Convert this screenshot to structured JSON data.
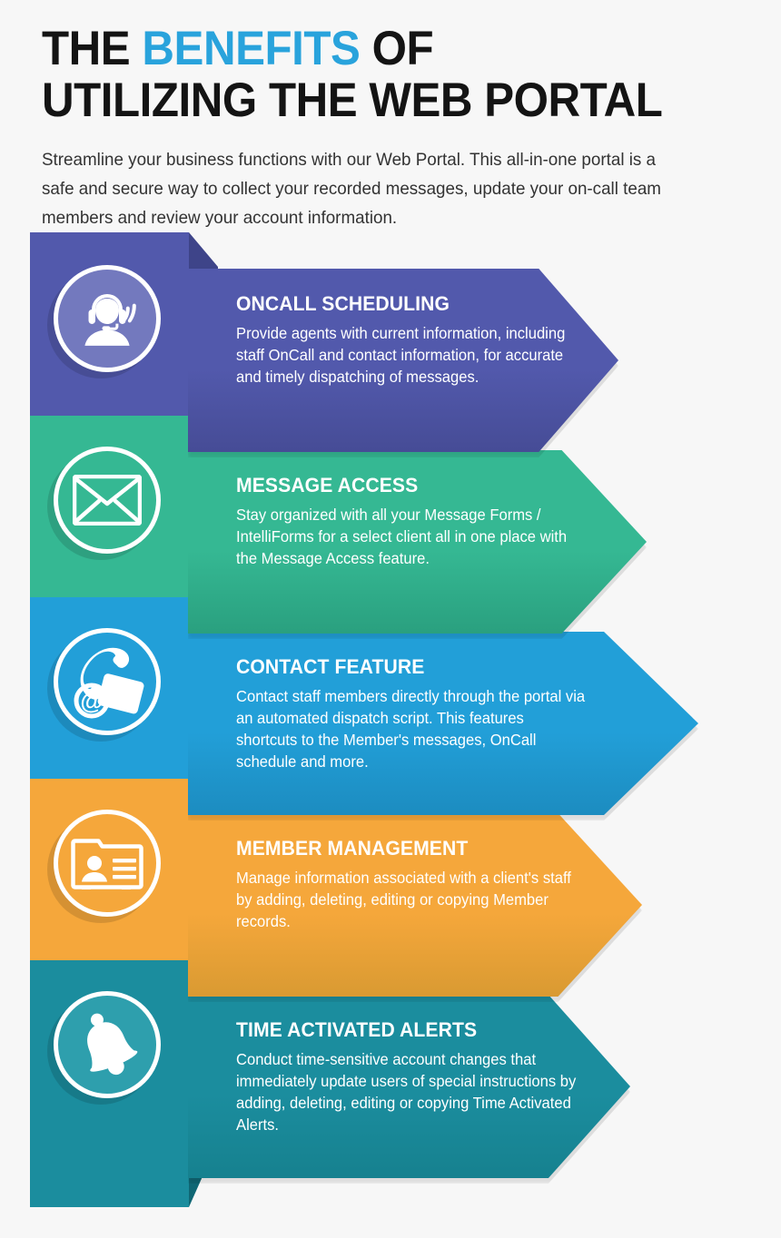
{
  "header": {
    "title_line1_pre": "THE ",
    "title_line1_highlight": "BENEFITS",
    "title_line1_post": " OF",
    "title_line2": "UTILIZING THE WEB PORTAL",
    "highlight_color": "#29A3DC",
    "subtitle": "Streamline your business functions with our Web Portal. This all-in-one portal is a safe and secure way to collect your recorded messages, update your on-call team members and review your account information."
  },
  "benefits": [
    {
      "title": "ONCALL SCHEDULING",
      "description": "Provide agents with current information, including staff OnCall and contact information, for accurate and timely dispatching of messages.",
      "icon": "headset-operator-icon",
      "color": "#5259AC",
      "color_dark": "#464C96",
      "color_bevel": "#3E4489",
      "circle_fill": "#7379BE"
    },
    {
      "title": "MESSAGE ACCESS",
      "description": "Stay organized with all your Message Forms / IntelliForms for a select client all in one place with the Message Access feature.",
      "icon": "envelope-icon",
      "color": "#35B893",
      "color_dark": "#2AA07F",
      "color_bevel": "#229079",
      "circle_fill": "#35B893"
    },
    {
      "title": "CONTACT FEATURE",
      "description": "Contact staff members directly through the portal via an automated dispatch script. This features shortcuts to the Member's messages, OnCall schedule and more.",
      "icon": "phone-envelope-at-icon",
      "color": "#229FD8",
      "color_dark": "#1C8CC0",
      "color_bevel": "#11738F",
      "circle_fill": "#229FD8"
    },
    {
      "title": "MEMBER MANAGEMENT",
      "description": "Manage information associated with a client's staff by adding, deleting, editing or copying Member records.",
      "icon": "id-card-icon",
      "color": "#F5A73B",
      "color_dark": "#D99A32",
      "color_bevel": "#D0922F",
      "circle_fill": "#F5A73B"
    },
    {
      "title": "TIME ACTIVATED ALERTS",
      "description": "Conduct time-sensitive account changes that immediately update users of special instructions by adding, deleting, editing or copying Time Activated Alerts.",
      "icon": "bell-icon",
      "color": "#1B8D9E",
      "color_dark": "#16818F",
      "color_bevel": "#106774",
      "circle_fill": "#2E9FAD"
    }
  ]
}
